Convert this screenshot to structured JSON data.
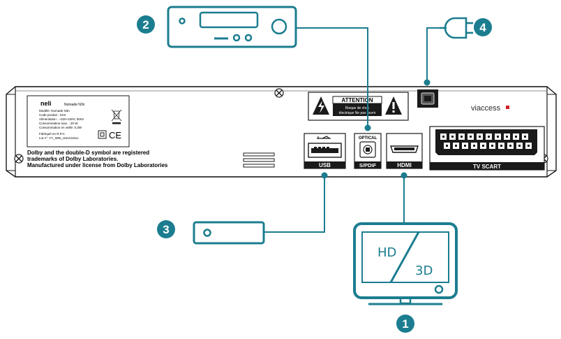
{
  "label_panel": {
    "brand": "neli",
    "model_name": "Nomade N3n",
    "line_model": "Modèle: Nomade N3n",
    "line_code": "Code produit : XXX",
    "line_power": "Alimentation : ~220~240V, 50Hz",
    "line_cons_max": "Consommation max. : 20 W",
    "line_cons_standby": "Consommation en veille: 0.3W",
    "line_made_in": "Fabriqué en R.P.C.",
    "line_lot": "Lot n°: YY_WW_UUUUUUU",
    "ce_mark": "CE"
  },
  "dolby_text": {
    "line1": "Dolby and the double-D symbol are registered",
    "line2": "trademarks of Dolby Laboratories.",
    "line3": "Manufactured under license from Dolby Laboratories"
  },
  "attention": {
    "title": "ATTENTION",
    "line1": "Risque de choc",
    "line2": "électrique Ne pas ouvrir"
  },
  "brand_right": "viaccess",
  "ports": {
    "usb": "USB",
    "optical_top": "OPTICAL",
    "spdif": "S/PDIF",
    "hdmi": "HDMI",
    "scart": "TV SCART"
  },
  "tv": {
    "hd": "HD",
    "three_d": "3D"
  },
  "callouts": {
    "tv": "1",
    "amplifier": "2",
    "usb_device": "3",
    "power": "4"
  }
}
